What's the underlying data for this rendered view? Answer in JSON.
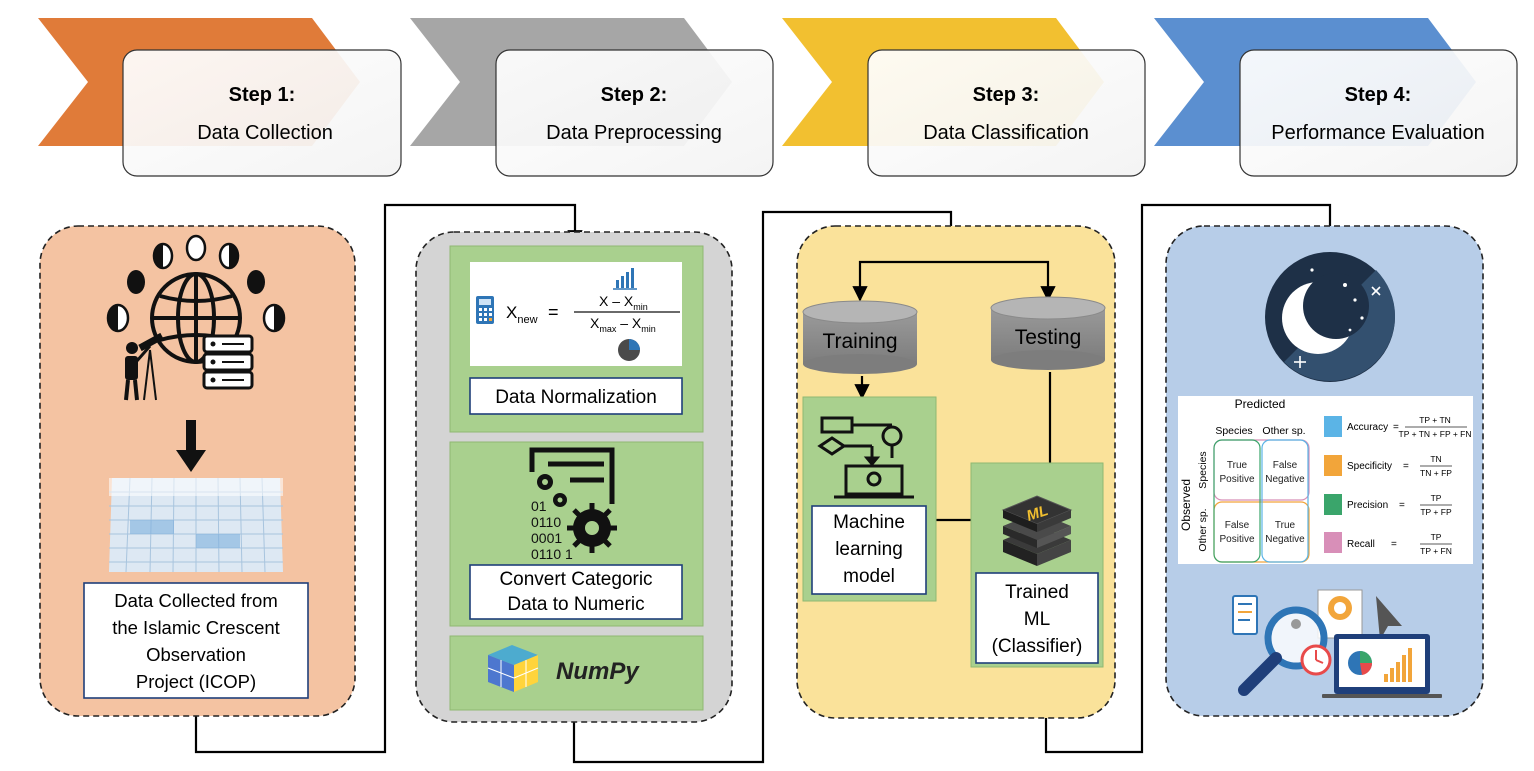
{
  "steps": [
    {
      "num": "Step 1:",
      "title": "Data Collection",
      "color": "#e07b39"
    },
    {
      "num": "Step 2:",
      "title": "Data Preprocessing",
      "color": "#a6a6a6"
    },
    {
      "num": "Step 3:",
      "title": "Data Classification",
      "color": "#f2c030"
    },
    {
      "num": "Step 4:",
      "title": "Performance Evaluation",
      "color": "#5b8fd0"
    }
  ],
  "panels": {
    "step1_bg": "#f4c3a2",
    "step2_bg": "#d4d4d4",
    "step3_bg": "#fae29a",
    "step4_bg": "#b7cde8",
    "green_box": "#a9d08e"
  },
  "step1": {
    "caption": [
      "Data Collected from",
      "the Islamic Crescent",
      "Observation",
      "Project (ICOP)"
    ]
  },
  "step2": {
    "formula": {
      "lhs": "X",
      "lhs_sub": "new",
      "eq": "=",
      "num": "X – X",
      "num_sub": "min",
      "den_a": "X",
      "den_a_sub": "max",
      "den_mid": " – X",
      "den_b_sub": "min"
    },
    "normalization_label": "Data Normalization",
    "binary_lines": [
      "01",
      "0110",
      "0001",
      "0110 1"
    ],
    "convert_label": [
      "Convert Categoric",
      "Data to Numeric"
    ],
    "numpy_label": "NumPy"
  },
  "step3": {
    "training_label": "Training",
    "testing_label": "Testing",
    "ml_model_label": [
      "Machine",
      "learning",
      "model"
    ],
    "ml_badge": "ML",
    "trained_label": [
      "Trained",
      "ML",
      "(Classifier)"
    ]
  },
  "step4": {
    "predicted": "Predicted",
    "observed": "Observed",
    "col_species": "Species",
    "col_other": "Other sp.",
    "row_species": "Species",
    "row_other": "Other sp.",
    "cells": [
      [
        "True",
        "Positive"
      ],
      [
        "False",
        "Negative"
      ],
      [
        "False",
        "Positive"
      ],
      [
        "True",
        "Negative"
      ]
    ],
    "metrics": [
      {
        "name": "Accuracy",
        "num": "TP + TN",
        "den": "TP + TN + FP + FN",
        "color": "#5bb4e6"
      },
      {
        "name": "Specificity",
        "num": "TN",
        "den": "TN + FP",
        "color": "#f2a53a"
      },
      {
        "name": "Precision",
        "num": "TP",
        "den": "TP + FP",
        "color": "#3aa56b"
      },
      {
        "name": "Recall",
        "num": "TP",
        "den": "TP + FN",
        "color": "#d88fb8"
      }
    ],
    "eq": "="
  }
}
